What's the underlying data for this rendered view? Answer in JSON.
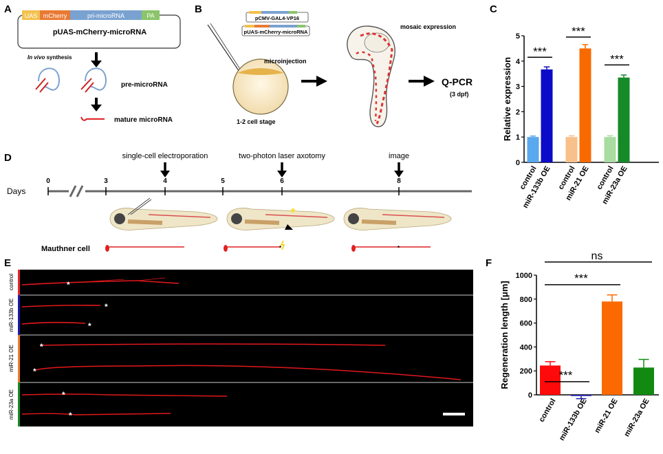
{
  "panels": {
    "A": {
      "letter": "A",
      "construct_boxes": [
        "UAS",
        "mCherry",
        "pri-microRNA",
        "PA"
      ],
      "construct_colors": [
        "#f3c14e",
        "#e97a34",
        "#7aa2d1",
        "#8bc46a"
      ],
      "plasmid_label": "pUAS-mCherry-microRNA",
      "synthesis_label_italic": "In vivo",
      "synthesis_label_rest": " synthesis",
      "pre_label": "pre-microRNA",
      "mature_label": "mature microRNA"
    },
    "B": {
      "letter": "B",
      "plasmid1": "pCMV-GAL4-VP16",
      "plasmid2": "pUAS-mCherry-microRNA",
      "microinjection": "microinjection",
      "stage": "1-2 cell stage",
      "mosaic": "mosaic expression",
      "qpcr": "Q-PCR",
      "qpcr_sub": "(3 dpf)"
    },
    "C": {
      "letter": "C"
    },
    "D": {
      "letter": "D",
      "days_label": "Days",
      "ticks": [
        "0",
        "3",
        "4",
        "5",
        "6",
        "8"
      ],
      "events": [
        "single-cell electroporation",
        "two-photon laser axotomy",
        "image"
      ],
      "mauthner": "Mauthner cell"
    },
    "E": {
      "letter": "E",
      "rows": [
        {
          "label": "control",
          "color": "#e8262a"
        },
        {
          "label": "miR-133b OE",
          "color": "#1a1aa8"
        },
        {
          "label": "miR-21 OE",
          "color": "#ee7d2f"
        },
        {
          "label": "miR-23a OE",
          "color": "#1f8a2a"
        }
      ],
      "star": "*"
    },
    "F": {
      "letter": "F"
    }
  },
  "chart_data": [
    {
      "type": "bar",
      "panel": "C",
      "ylabel": "Relative expression",
      "ylim": [
        0,
        5
      ],
      "yticks": [
        0,
        1,
        2,
        3,
        4,
        5
      ],
      "categories": [
        "control",
        "miR-133b OE",
        "control",
        "miR-21 OE",
        "control",
        "miR-23a OE"
      ],
      "values": [
        1.0,
        3.67,
        1.0,
        4.5,
        1.0,
        3.35
      ],
      "errors": [
        0.04,
        0.1,
        0.05,
        0.15,
        0.05,
        0.1
      ],
      "colors": [
        "#5aa8ee",
        "#0b0bc8",
        "#f8c08a",
        "#f86a00",
        "#a8dca0",
        "#168a28"
      ],
      "significance": [
        "***",
        "***",
        "***"
      ]
    },
    {
      "type": "bar",
      "panel": "F",
      "ylabel": "Regeneration length [μm]",
      "ylim": [
        0,
        1000
      ],
      "yticks": [
        0,
        200,
        400,
        600,
        800,
        1000
      ],
      "categories": [
        "control",
        "miR-133b OE",
        "miR-21 OE",
        "miR-23a OE"
      ],
      "values": [
        245,
        -10,
        780,
        228
      ],
      "errors": [
        32,
        22,
        55,
        68
      ],
      "colors": [
        "#ff0a0a",
        "#1f1fb0",
        "#fb6a00",
        "#128a12"
      ],
      "significance": [
        "***",
        "***",
        "ns"
      ]
    }
  ]
}
